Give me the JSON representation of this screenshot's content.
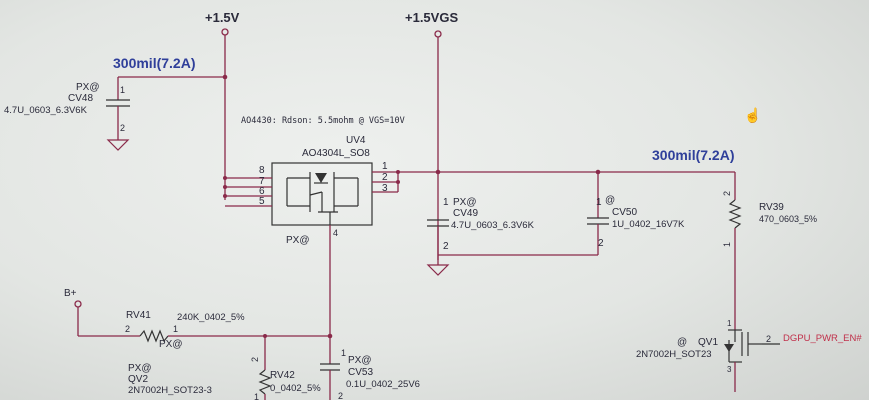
{
  "rails": {
    "plus_1v5": "+1.5V",
    "plus_1v5vgs": "+1.5VGS",
    "b_plus": "B+"
  },
  "current_left": "300mil(7.2A)",
  "current_right": "300mil(7.2A)",
  "note": "AO4430: Rdson: 5.5mohm @ VGS=10V",
  "uv4": {
    "ref": "UV4",
    "part": "AO4304L_SO8",
    "px": "PX@",
    "pins_left": [
      "8",
      "7",
      "6",
      "5"
    ],
    "pins_right": [
      "1",
      "2",
      "3"
    ],
    "pin_gate": "4"
  },
  "cv48": {
    "px": "PX@",
    "ref": "CV48",
    "value": "4.7U_0603_6.3V6K",
    "pin1": "1",
    "pin2": "2"
  },
  "cv49": {
    "pin1": "1",
    "px": "PX@",
    "ref": "CV49",
    "value": "4.7U_0603_6.3V6K",
    "pin2": "2"
  },
  "cv50": {
    "pin1": "1",
    "px": "@",
    "ref": "CV50",
    "value": "1U_0402_16V7K",
    "pin2": "2"
  },
  "rv39": {
    "ref": "RV39",
    "value": "470_0603_5%",
    "pin_top": "2",
    "pin_bottom": "1"
  },
  "rv41": {
    "ref": "RV41",
    "value": "240K_0402_5%",
    "px": "PX@",
    "pin_left": "2",
    "pin_right": "1"
  },
  "qv2": {
    "px": "PX@",
    "ref": "QV2",
    "part": "2N7002H_SOT23-3"
  },
  "rv42": {
    "pin_top": "2",
    "ref": "RV42",
    "value": "0_0402_5%",
    "pin_bottom": "1"
  },
  "cv53": {
    "pin1": "1",
    "px": "PX@",
    "ref": "CV53",
    "value": "0.1U_0402_25V6",
    "pin2": "2"
  },
  "qv1": {
    "px": "@",
    "ref": "QV1",
    "part": "2N7002H_SOT23",
    "pin_gate": "2",
    "pin_drain": "1",
    "pin_source": "3"
  },
  "net_dgpu": "DGPU_PWR_EN#"
}
